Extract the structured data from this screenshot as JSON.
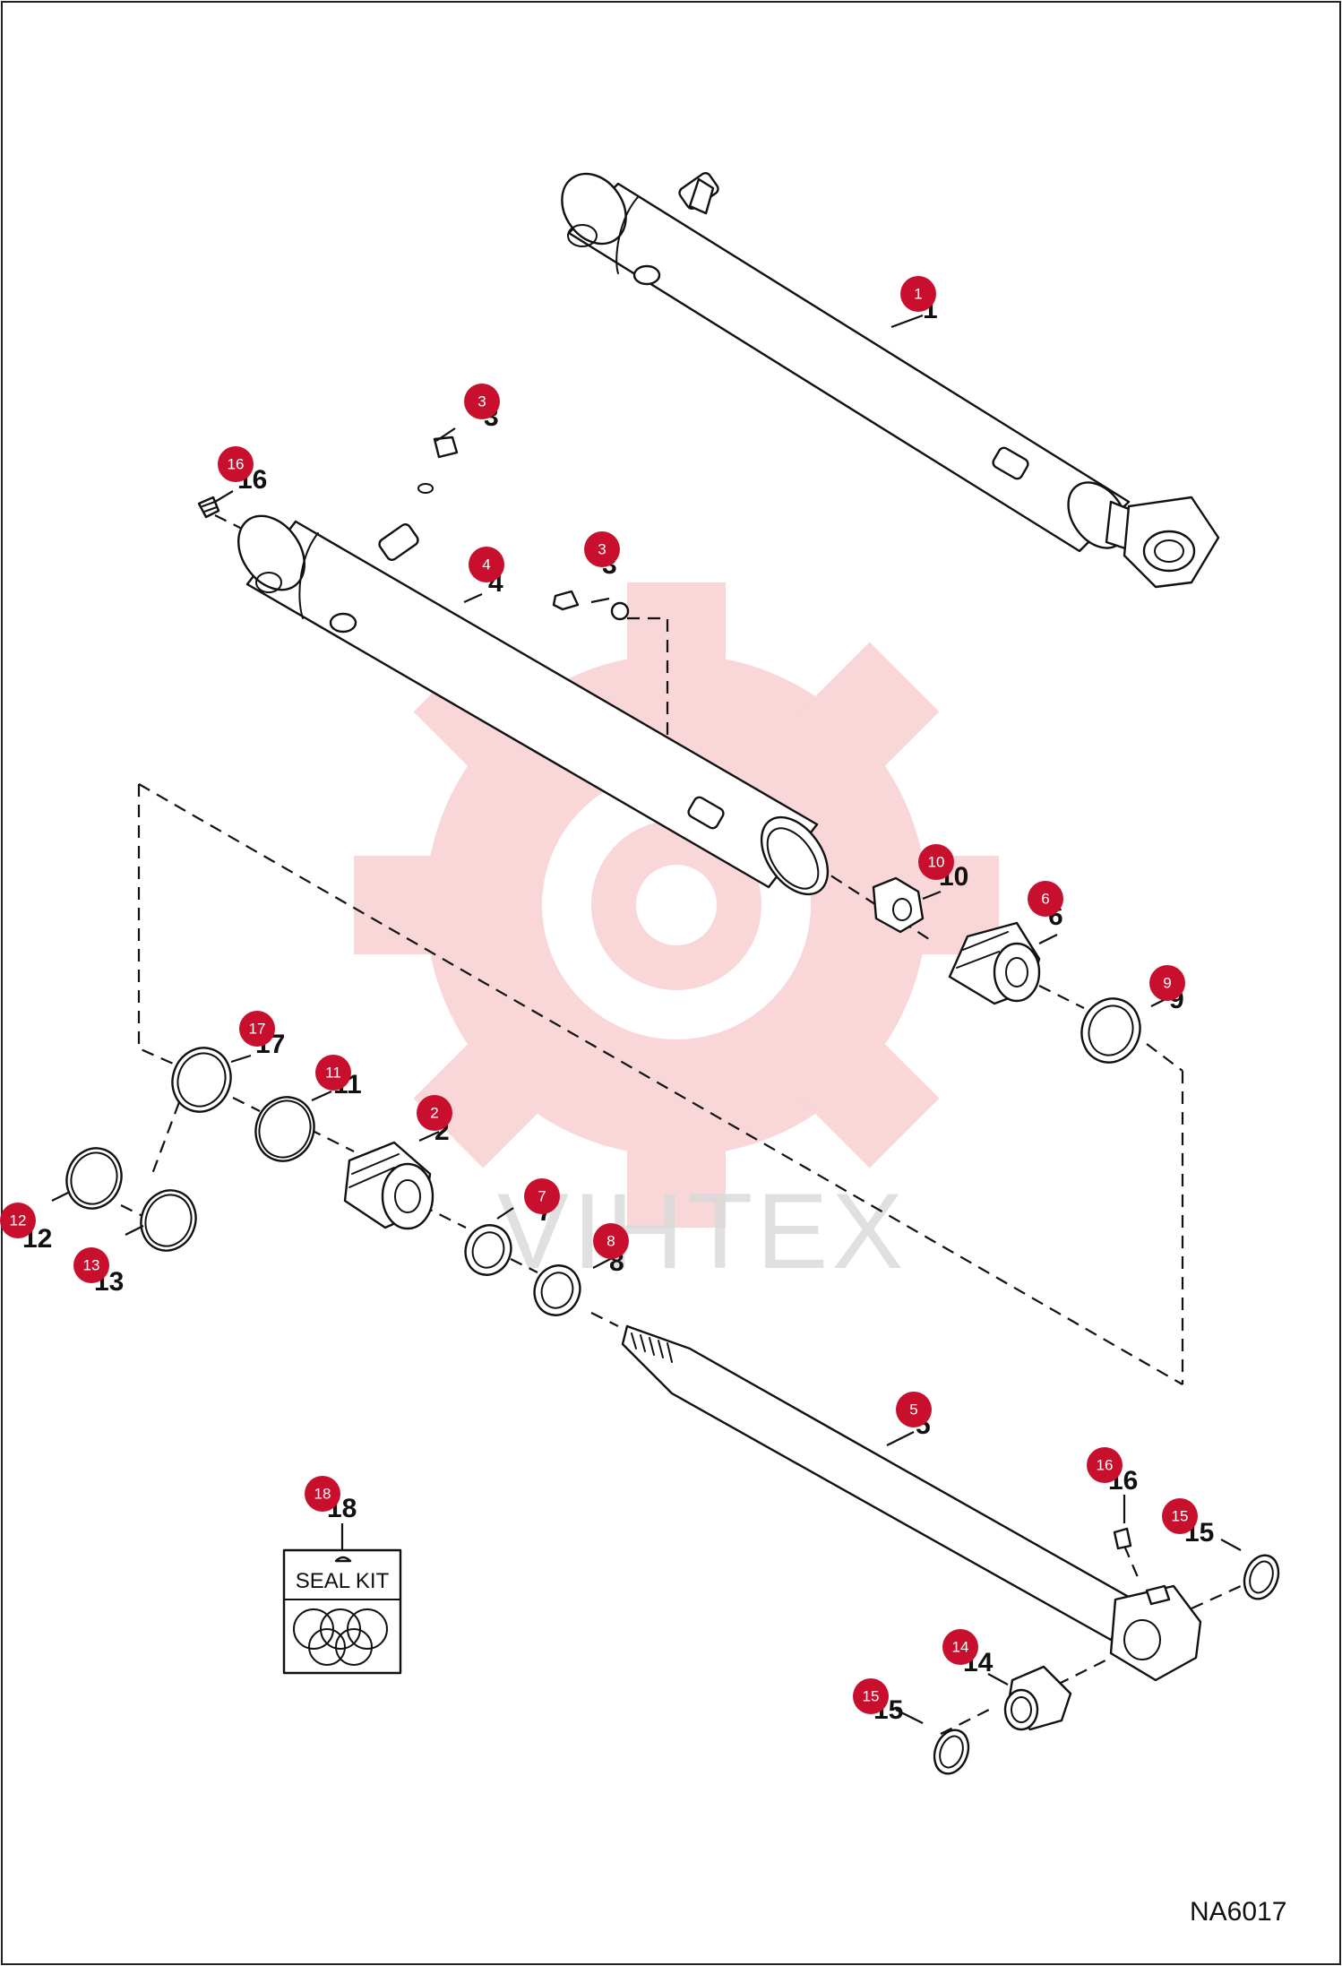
{
  "drawing_code": "NA6017",
  "watermark": {
    "text": "VIHTEX"
  },
  "seal_kit": {
    "label": "SEAL KIT"
  },
  "callouts": [
    {
      "id": "c1",
      "number": "1"
    },
    {
      "id": "c3a",
      "number": "3"
    },
    {
      "id": "c16a",
      "number": "16"
    },
    {
      "id": "c4",
      "number": "4"
    },
    {
      "id": "c3b",
      "number": "3"
    },
    {
      "id": "c10",
      "number": "10"
    },
    {
      "id": "c6",
      "number": "6"
    },
    {
      "id": "c9",
      "number": "9"
    },
    {
      "id": "c17",
      "number": "17"
    },
    {
      "id": "c11",
      "number": "11"
    },
    {
      "id": "c2",
      "number": "2"
    },
    {
      "id": "c7",
      "number": "7"
    },
    {
      "id": "c8",
      "number": "8"
    },
    {
      "id": "c12",
      "number": "12"
    },
    {
      "id": "c13",
      "number": "13"
    },
    {
      "id": "c5",
      "number": "5"
    },
    {
      "id": "c18",
      "number": "18"
    },
    {
      "id": "c16b",
      "number": "16"
    },
    {
      "id": "c15a",
      "number": "15"
    },
    {
      "id": "c14",
      "number": "14"
    },
    {
      "id": "c15b",
      "number": "15"
    }
  ]
}
